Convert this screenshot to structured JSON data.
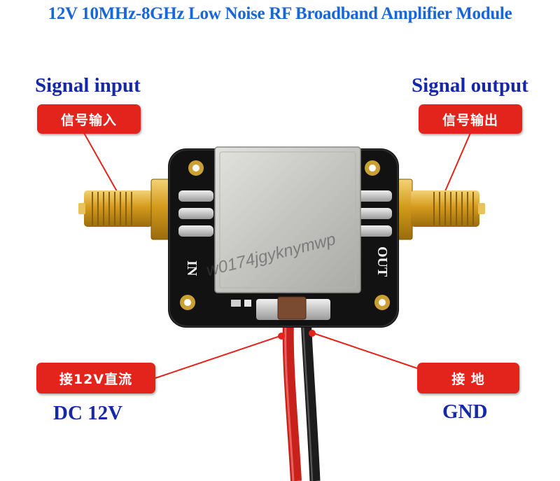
{
  "title": "12V 10MHz-8GHz Low Noise RF Broadband Amplifier Module",
  "labels": {
    "signal_input_en": "Signal input",
    "signal_input_cn": "信号输入",
    "signal_output_en": "Signal output",
    "signal_output_cn": "信号输出",
    "dc_cn": "接12V直流",
    "dc_en": "DC 12V",
    "gnd_cn": "接 地",
    "gnd_en": "GND"
  },
  "board": {
    "in_marking": "IN",
    "out_marking": "OUT"
  },
  "watermark": "w0174jgyknymwp",
  "colors": {
    "title": "#1a66d6",
    "english_labels": "#1528a8",
    "label_box": "#e3241c",
    "pcb": "#111111",
    "gold": "#d9a21b",
    "shield": "#c9c9c6",
    "wire_red": "#c8201a",
    "wire_black": "#1c1c1c"
  }
}
